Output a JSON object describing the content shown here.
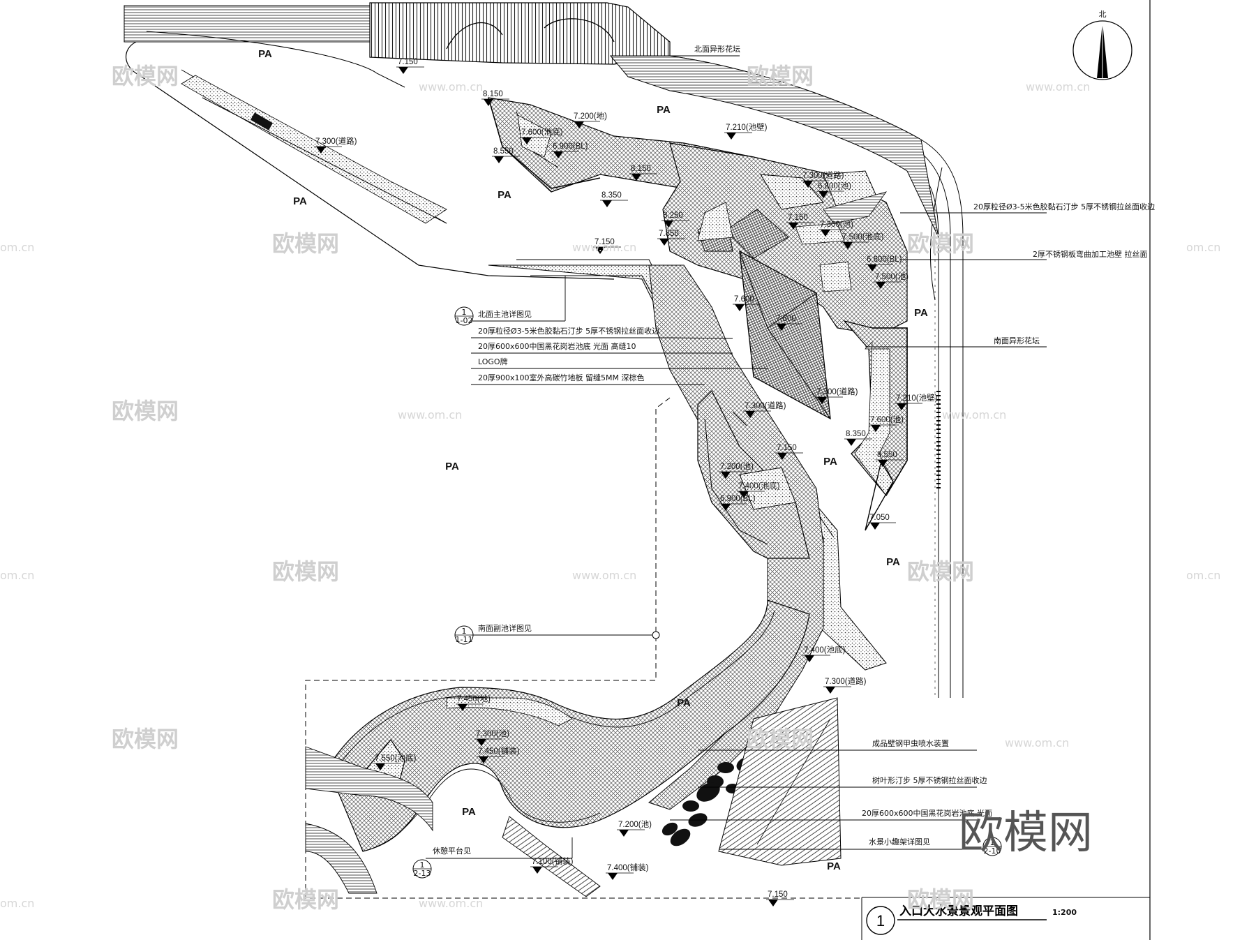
{
  "drawing": {
    "title": "入口大水景景观平面图",
    "scale": "1:200",
    "title_index": "1",
    "north_label": "北"
  },
  "zone_label": "PA",
  "pa_zones": [
    {
      "id": "pa-1"
    },
    {
      "id": "pa-2"
    },
    {
      "id": "pa-3"
    },
    {
      "id": "pa-4"
    },
    {
      "id": "pa-5"
    },
    {
      "id": "pa-6"
    },
    {
      "id": "pa-7"
    },
    {
      "id": "pa-8"
    },
    {
      "id": "pa-9"
    },
    {
      "id": "pa-10"
    },
    {
      "id": "pa-11"
    }
  ],
  "elevations": [
    {
      "text": "7.150"
    },
    {
      "text": "7.150"
    },
    {
      "text": "8.150"
    },
    {
      "text": "7.200(地)"
    },
    {
      "text": "7.600(池底)"
    },
    {
      "text": "6.900(BL)"
    },
    {
      "text": "8.550"
    },
    {
      "text": "7.300(道路)"
    },
    {
      "text": "7.210(池壁)"
    },
    {
      "text": "8.150"
    },
    {
      "text": "8.350"
    },
    {
      "text": "8.250"
    },
    {
      "text": "7.850"
    },
    {
      "text": "7.150"
    },
    {
      "text": "7.300(道路)"
    },
    {
      "text": "6.800(池)"
    },
    {
      "text": "7.300(池)"
    },
    {
      "text": "7.500(池底)"
    },
    {
      "text": "6.600(BL)"
    },
    {
      "text": "7.500(池)"
    },
    {
      "text": "7.600"
    },
    {
      "text": "7.600"
    },
    {
      "text": "7.300(道路)"
    },
    {
      "text": "7.150"
    },
    {
      "text": "7.200(池)"
    },
    {
      "text": "7.400(池底)"
    },
    {
      "text": "6.900(BL)"
    },
    {
      "text": "8.350"
    },
    {
      "text": "7.600(池)"
    },
    {
      "text": "8.550"
    },
    {
      "text": "7.050"
    },
    {
      "text": "7.300(道路)"
    },
    {
      "text": "7.210(池壁)"
    },
    {
      "text": "7.400(池底)"
    },
    {
      "text": "7.300(道路)"
    },
    {
      "text": "7.450(地)"
    },
    {
      "text": "7.300(池)"
    },
    {
      "text": "7.450(铺装)"
    },
    {
      "text": "7.550(池底)"
    },
    {
      "text": "7.200(池)"
    },
    {
      "text": "7.400(铺装)"
    },
    {
      "text": "7.100(铺装)"
    },
    {
      "text": "7.150"
    }
  ],
  "callouts_right": [
    {
      "text": "北面异形花坛"
    },
    {
      "text": "20厚粒径Ø3-5米色胶黏石汀步 5厚不锈钢拉丝面收边"
    },
    {
      "text": "2厚不锈钢板弯曲加工池壁  拉丝面"
    },
    {
      "text": "南面异形花坛"
    },
    {
      "text": "成品壁钢甲虫喷水装置"
    },
    {
      "text": "树叶形汀步  5厚不锈钢拉丝面收边"
    },
    {
      "text": "20厚600x600中国黑花岗岩池底  光面"
    },
    {
      "text": "水景小趣架详图见"
    }
  ],
  "callouts_left": [
    {
      "text": "北面主池详图见"
    },
    {
      "text": "20厚粒径Ø3-5米色胶黏石汀步  5厚不锈钢拉丝面收边"
    },
    {
      "text": "20厚600x600中国黑花岗岩池底  光面  高缝10"
    },
    {
      "text": "LOGO牌"
    },
    {
      "text": "20厚900x100室外高碳竹地板  留缝5MM  深棕色"
    },
    {
      "text": "南面副池详图见"
    },
    {
      "text": "休憩平台见"
    }
  ],
  "detail_refs": [
    {
      "num": "1",
      "sheet": "1-02"
    },
    {
      "num": "1",
      "sheet": "1-11"
    },
    {
      "num": "1",
      "sheet": "2-10"
    },
    {
      "num": "1",
      "sheet": "2-13"
    }
  ],
  "watermark": {
    "brand": "欧模网",
    "url": "www.om.cn",
    "url_short": "om.cn"
  }
}
